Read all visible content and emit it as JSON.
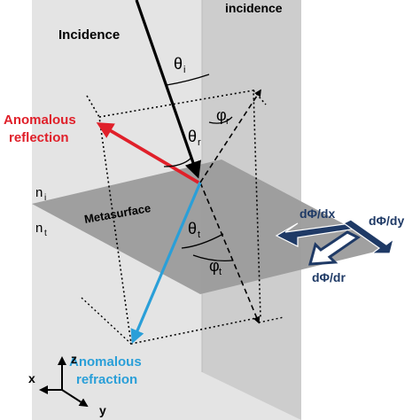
{
  "labels": {
    "incidence_plane": "incidence",
    "incidence_ray": "Incidence",
    "anomalous_reflection_line1": "Anomalous",
    "anomalous_reflection_line2": "reflection",
    "anomalous_refraction_line1": "Anomalous",
    "anomalous_refraction_line2": "refraction",
    "metasurface": "Metasurface",
    "n_i": "n",
    "n_i_sub": "i",
    "n_t": "n",
    "n_t_sub": "t",
    "theta_i": "θ",
    "theta_i_sub": "i",
    "theta_r": "θ",
    "theta_r_sub": "r",
    "theta_t": "θ",
    "theta_t_sub": "t",
    "phi_r": "φ",
    "phi_r_sub": "r",
    "phi_t": "φ",
    "phi_t_sub": "t",
    "grad_x": "dΦ/dx",
    "grad_y": "dΦ/dy",
    "grad_r": "dΦ/dr",
    "axis_x": "x",
    "axis_y": "y",
    "axis_z": "z"
  },
  "colors": {
    "reflection": "#e0202a",
    "refraction": "#2a9fd8",
    "gradient_arrow": "#1f3a66",
    "incidence_plane": "#e6e6e6",
    "metasurface": "#9a9a9a"
  }
}
